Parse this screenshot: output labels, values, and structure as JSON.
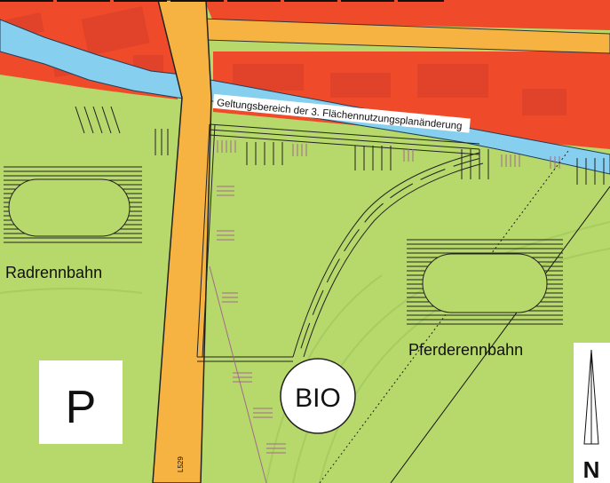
{
  "map": {
    "plan_boundary_label": "Geltungsbereich der 3. Flächennutzungsplanänderung",
    "labels": {
      "radrennbahn": "Radrennbahn",
      "pferderennbahn": "Pferderennbahn",
      "parking": "P",
      "bio": "BIO",
      "road": "L529",
      "north": "N"
    },
    "icons": [
      "north-arrow-icon",
      "parking-icon"
    ],
    "colors": {
      "green_area": "#b7d86a",
      "residential": "#ef4a2a",
      "road": "#f7b342",
      "river": "#86cfee",
      "boundary_hatch": "#222222",
      "tree_row": "#a26a8e"
    }
  }
}
